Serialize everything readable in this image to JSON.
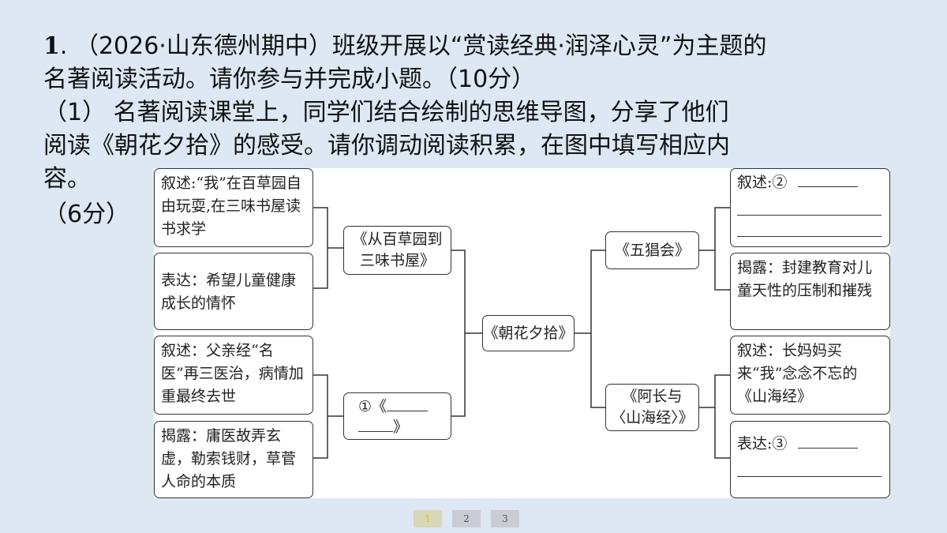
{
  "question": {
    "number": "1",
    "line1_rest": ". （2026·山东德州期中）班级开展以“赏读经典·润泽心灵”为主题的",
    "line2": "名著阅读活动。请你参与并完成小题。（10分）",
    "line3": "（1） 名著阅读课堂上，同学们结合绘制的思维导图，分享了他们",
    "line4": "阅读《朝花夕拾》的感受。请你调动阅读积累，在图中填写相应内",
    "line5": "容。",
    "score": "（6分）"
  },
  "mindmap": {
    "center": "《朝花夕拾》",
    "left_branch_1": {
      "title_line1": "《从百草园到",
      "title_line2": "三味书屋》",
      "leaf_narrate": "叙述:“我”在百草园自由玩耍,在三味书屋读书求学",
      "leaf_express": "表达：希望儿童健康成长的情怀"
    },
    "left_branch_2": {
      "title_prefix": "①《",
      "title_suffix": "》",
      "leaf_narrate": "叙述：父亲经“名医”再三医治，病情加重最终去世",
      "leaf_reveal": "揭露：庸医故弄玄虚，勒索钱财，草菅人命的本质"
    },
    "right_branch_1": {
      "title": "《五猖会》",
      "leaf_narrate": "叙述:②",
      "leaf_reveal": "揭露：封建教育对儿童天性的压制和摧残"
    },
    "right_branch_2": {
      "title_line1": "《阿长与",
      "title_line2": "〈山海经〉》",
      "leaf_narrate": "叙述：长妈妈买来“我”念念不忘的《山海经》",
      "leaf_express": "表达:③"
    }
  },
  "pager": {
    "pages": [
      "1",
      "2",
      "3"
    ],
    "current": "1"
  },
  "colors": {
    "background": "#dde8f4",
    "diagram_bg": "#ffffff",
    "border": "#333333",
    "pager_active_text": "#e2c400"
  }
}
